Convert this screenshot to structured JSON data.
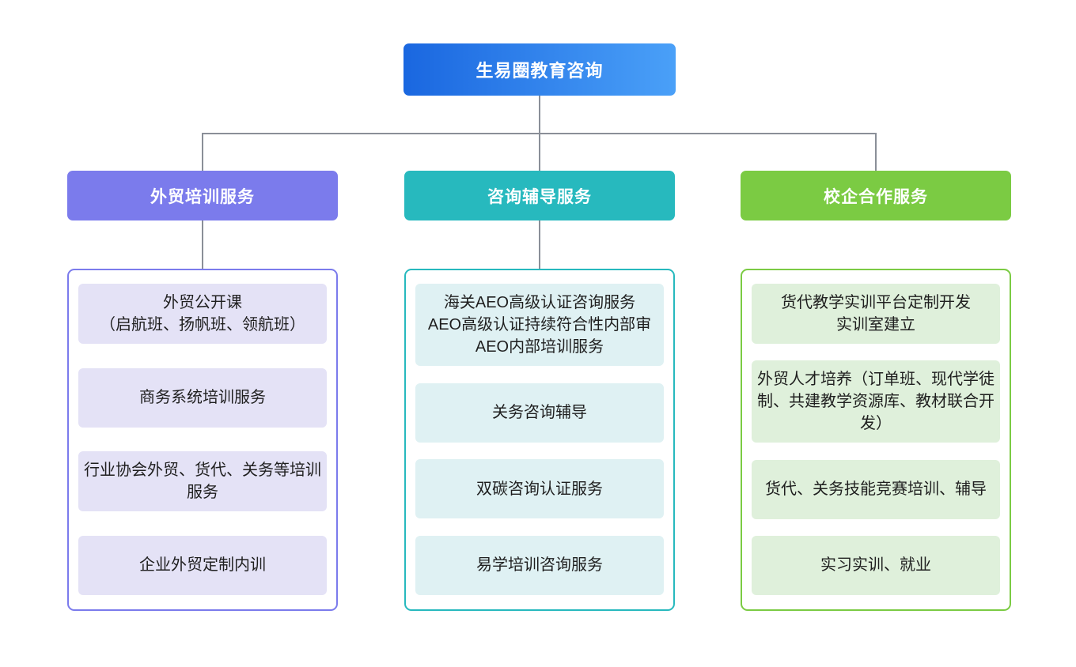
{
  "page_bg": "#FFFFFF",
  "connector_color": "#8A8F98",
  "root": {
    "label": "生易圈教育咨询",
    "gradient_left": "#1A67E0",
    "gradient_right": "#4AA0F8",
    "text_color": "#FFFFFF"
  },
  "branches": [
    {
      "label": "外贸培训服务",
      "accent_color": "#7B7BEC",
      "item_bg_color": "#E4E2F6",
      "items": [
        "外贸公开课\n（启航班、扬帆班、领航班）",
        "商务系统培训服务",
        "行业协会外贸、货代、关务等培训服务",
        "企业外贸定制内训"
      ]
    },
    {
      "label": "咨询辅导服务",
      "accent_color": "#27B9BE",
      "item_bg_color": "#DFF1F3",
      "items": [
        "海关AEO高级认证咨询服务\nAEO高级认证持续符合性内部审\nAEO内部培训服务",
        "关务咨询辅导",
        "双碳咨询认证服务",
        "易学培训咨询服务"
      ]
    },
    {
      "label": "校企合作服务",
      "accent_color": "#7BCB43",
      "item_bg_color": "#DFF0DB",
      "items": [
        "货代教学实训平台定制开发\n实训室建立",
        "外贸人才培养（订单班、现代学徒制、共建教学资源库、教材联合开发）",
        "货代、关务技能竞赛培训、辅导",
        "实习实训、就业"
      ]
    }
  ]
}
